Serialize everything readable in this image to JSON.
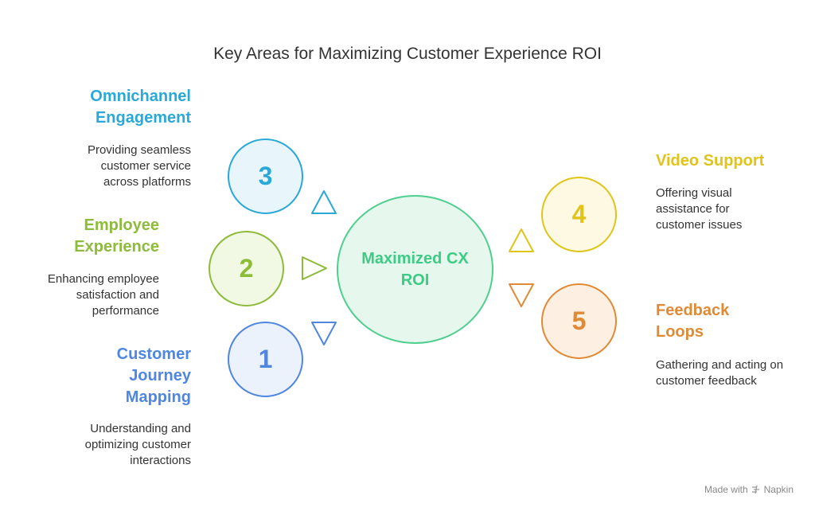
{
  "title": "Key Areas for Maximizing Customer Experience ROI",
  "center": {
    "label": "Maximized CX ROI",
    "color": "#3ecb85"
  },
  "items": [
    {
      "number": "1",
      "heading": "Customer Journey Mapping",
      "description": "Understanding and optimizing customer interactions",
      "color": "#4f86e0"
    },
    {
      "number": "2",
      "heading": "Employee Experience",
      "description": "Enhancing employee satisfaction and performance",
      "color": "#8dbb3a"
    },
    {
      "number": "3",
      "heading": "Omnichannel Engagement",
      "description": "Providing seamless customer service across platforms",
      "color": "#2aa8d8"
    },
    {
      "number": "4",
      "heading": "Video Support",
      "description": "Offering visual assistance for customer issues",
      "color": "#e0c41a"
    },
    {
      "number": "5",
      "heading": "Feedback Loops",
      "description": "Gathering and acting on customer feedback",
      "color": "#e08a35"
    }
  ],
  "footer": {
    "made_with": "Made with",
    "brand": "Napkin"
  }
}
